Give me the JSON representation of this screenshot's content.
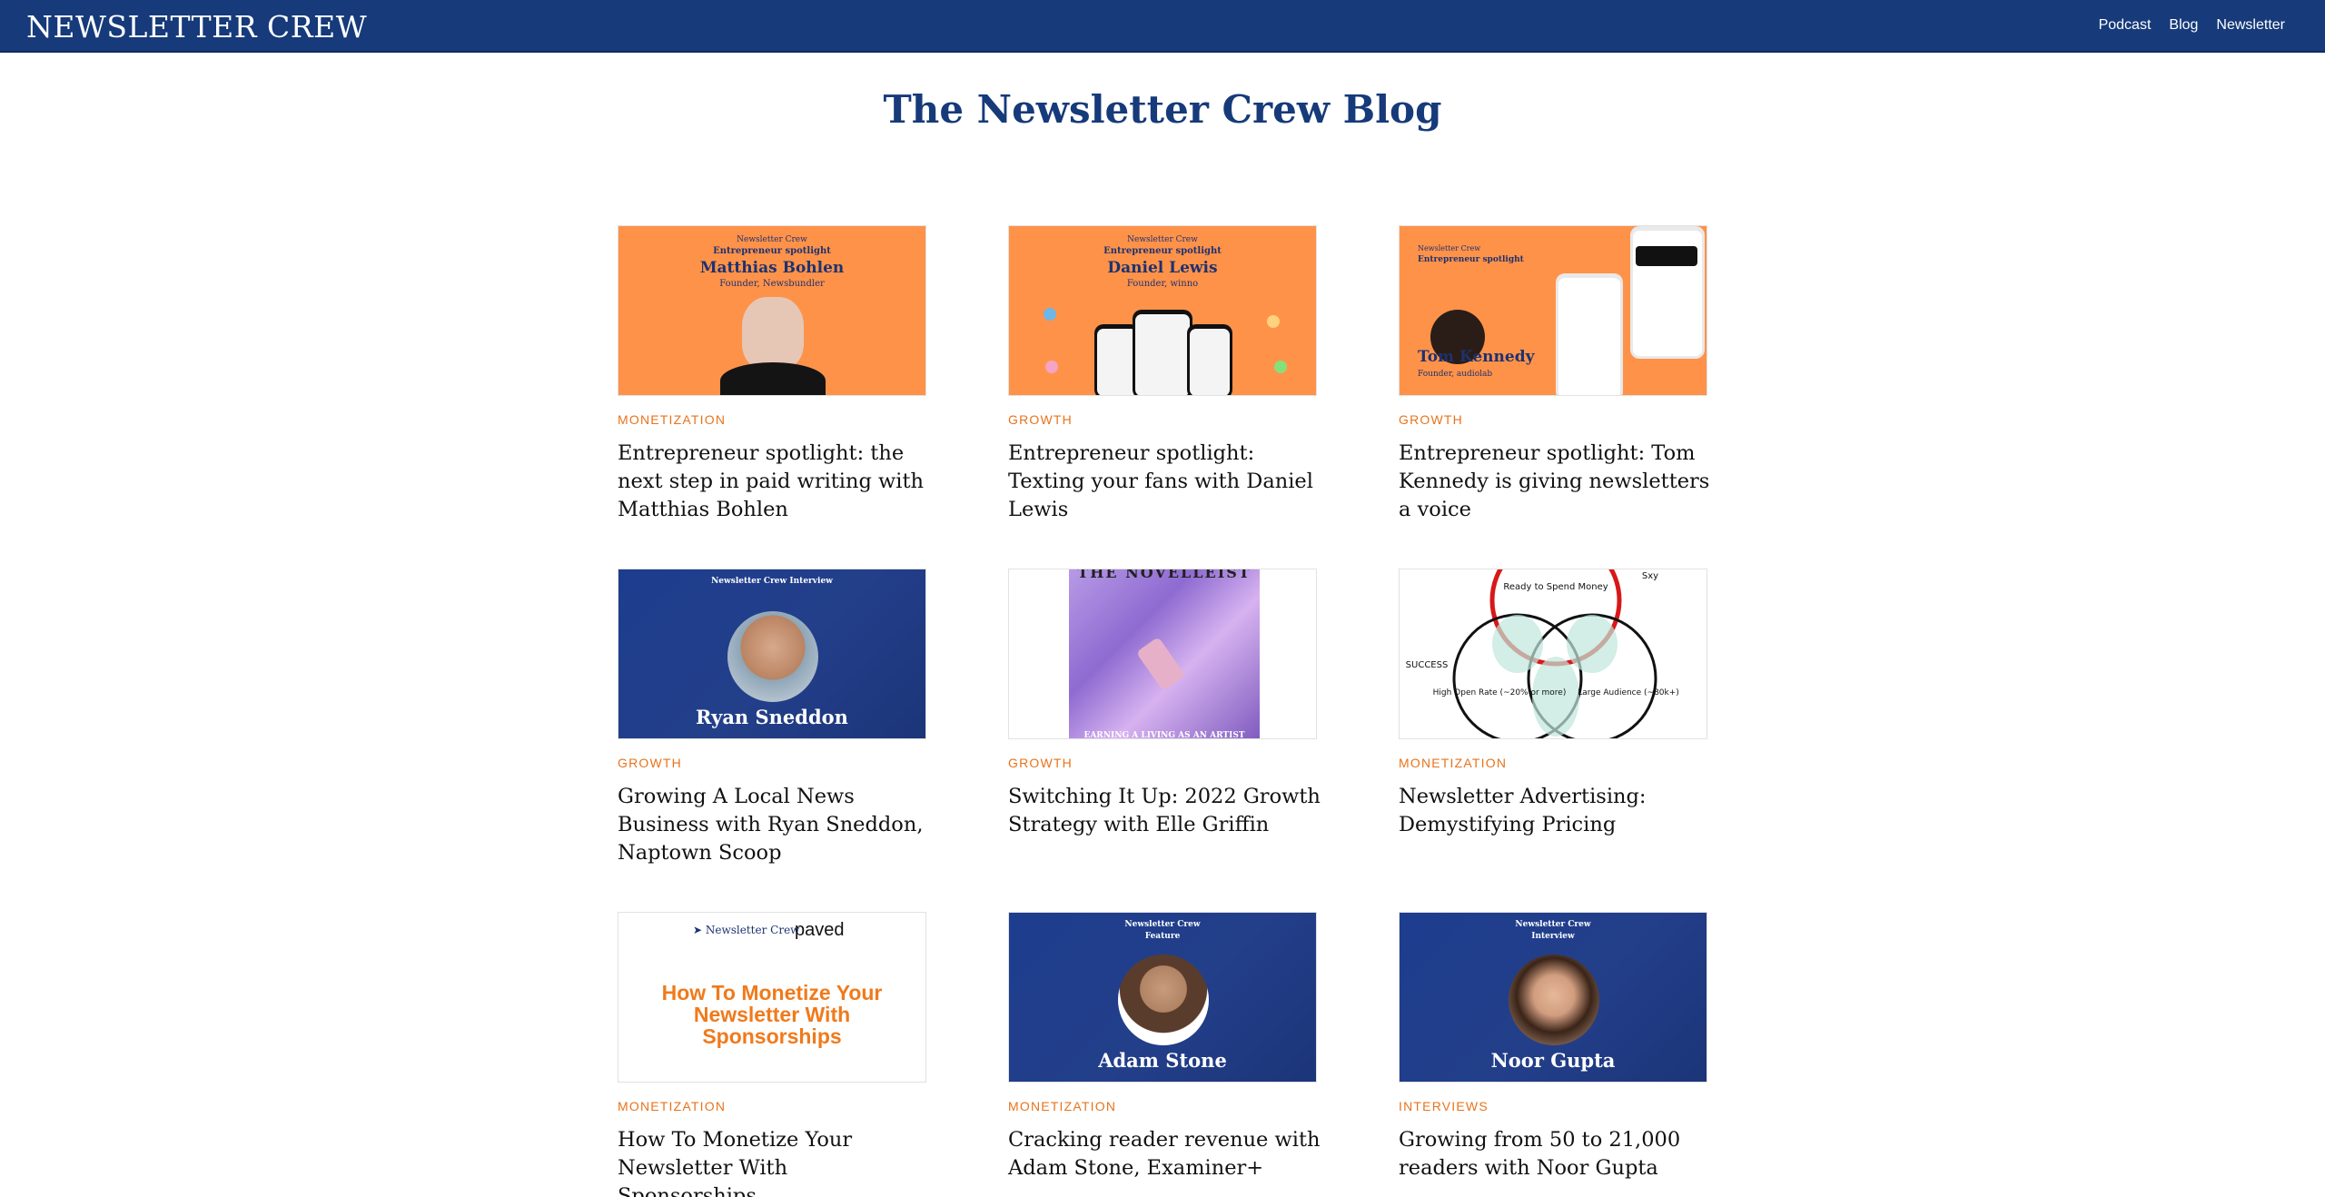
{
  "header": {
    "brand": "NEWSLETTER CREW",
    "nav": [
      "Podcast",
      "Blog",
      "Newsletter"
    ]
  },
  "page_title": "The Newsletter Crew Blog",
  "colors": {
    "header_bg": "#163a7a",
    "accent_orange": "#e8731b",
    "title_navy": "#163a7a"
  },
  "posts": [
    {
      "category": "MONETIZATION",
      "title": "Entrepreneur spotlight: the next step in paid writing with Matthias Bohlen",
      "thumb": {
        "brand": "Newsletter Crew",
        "kicker": "Entrepreneur spotlight",
        "name": "Matthias Bohlen",
        "sub": "Founder, Newsbundler"
      }
    },
    {
      "category": "GROWTH",
      "title": "Entrepreneur spotlight: Texting your fans with Daniel Lewis",
      "thumb": {
        "brand": "Newsletter Crew",
        "kicker": "Entrepreneur spotlight",
        "name": "Daniel Lewis",
        "sub": "Founder, winno"
      }
    },
    {
      "category": "GROWTH",
      "title": "Entrepreneur spotlight: Tom Kennedy is giving newsletters a voice",
      "thumb": {
        "brand": "Newsletter Crew",
        "kicker": "Entrepreneur spotlight",
        "name": "Tom Kennedy",
        "sub": "Founder, audiolab"
      }
    },
    {
      "category": "GROWTH",
      "title": "Growing A Local News Business with Ryan Sneddon, Naptown Scoop",
      "thumb": {
        "kicker": "Newsletter Crew Interview",
        "name": "Ryan Sneddon"
      }
    },
    {
      "category": "GROWTH",
      "title": "Switching It Up: 2022 Growth Strategy with Elle Griffin",
      "thumb": {
        "cover_title": "THE NOVELLEIST",
        "cover_foot": "EARNING A LIVING AS AN ARTIST"
      }
    },
    {
      "category": "MONETIZATION",
      "title": "Newsletter Advertising: Demystifying Pricing",
      "thumb": {
        "labels": [
          "Ready to Spend Money",
          "SUCCESS",
          "High Open Rate (~20% or more)",
          "Large Audience (~80k+)",
          "Sxy"
        ]
      }
    },
    {
      "category": "MONETIZATION",
      "title": "How To Monetize Your Newsletter With Sponsorships",
      "thumb": {
        "brand": "Newsletter Crew",
        "partner": "paved",
        "headline_lines": [
          "How To Monetize Your",
          "Newsletter With",
          "Sponsorships"
        ]
      }
    },
    {
      "category": "MONETIZATION",
      "title": "Cracking reader revenue with Adam Stone, Examiner+",
      "thumb": {
        "kicker_lines": [
          "Newsletter Crew",
          "Feature"
        ],
        "name": "Adam Stone"
      }
    },
    {
      "category": "INTERVIEWS",
      "title": "Growing from 50 to 21,000 readers with Noor Gupta",
      "thumb": {
        "kicker_lines": [
          "Newsletter Crew",
          "Interview"
        ],
        "name": "Noor Gupta"
      }
    }
  ]
}
